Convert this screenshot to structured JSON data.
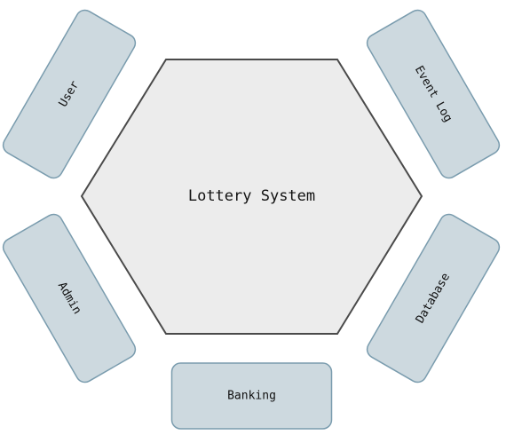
{
  "core": {
    "label": "Lottery System"
  },
  "adapters": {
    "user": "User",
    "event_log": "Event Log",
    "admin": "Admin",
    "database": "Database",
    "banking": "Banking"
  },
  "colors": {
    "core_fill": "#ececec",
    "core_stroke": "#4a4a4a",
    "adapter_fill": "#cdd9df",
    "adapter_stroke": "#7a9cae"
  }
}
